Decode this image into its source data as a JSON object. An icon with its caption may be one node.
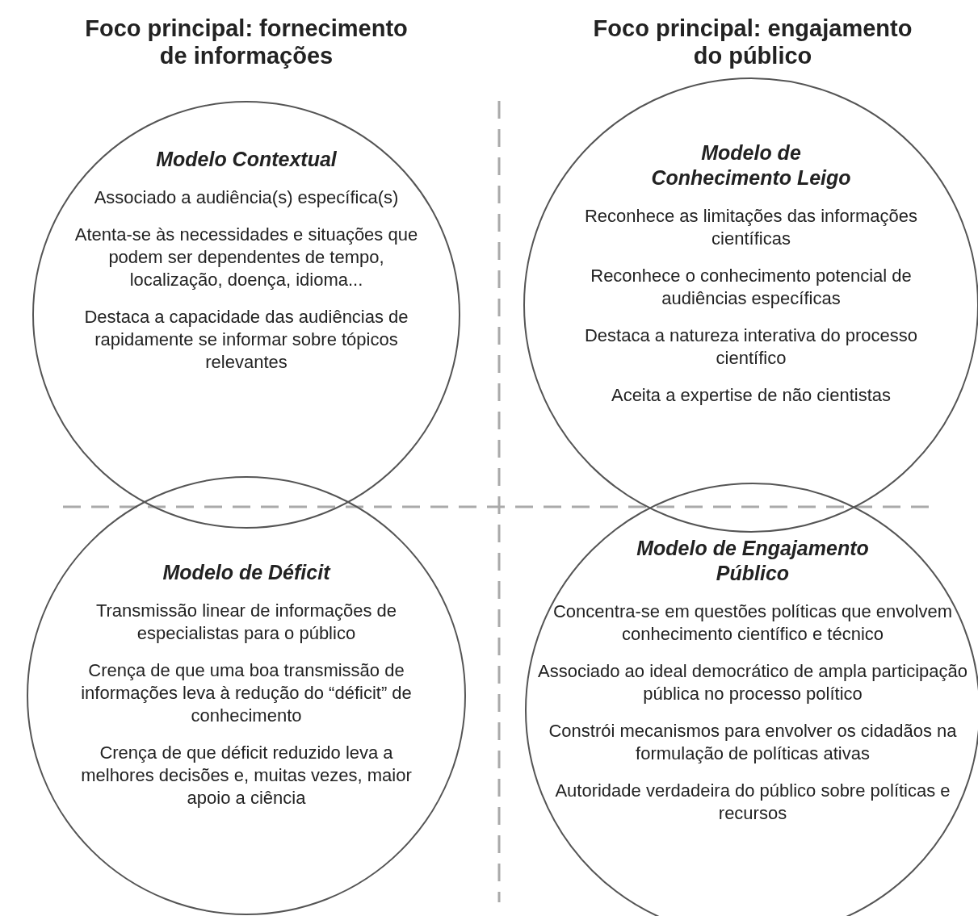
{
  "diagram": {
    "nodes": [
      {
        "text": [
          "Modelo Contextual",
          "Associado a audiência(s) específica(s)",
          "Atenta-se às necessidades e situações que podem ser dependentes de tempo, localização, doença, idioma...",
          "Destaca a capacidade das audiências de rapidamente se informar sobre tópicos relevantes"
        ]
      },
      {
        "text": [
          "Modelo de Conhecimento Leigo",
          "Reconhece as limitações das informações científicas",
          "Reconhece o conhecimento potencial de audiências específicas",
          "Destaca a natureza interativa do processo científico",
          "Aceita a expertise de não cientistas"
        ]
      },
      {
        "text": [
          "Modelo de Déficit",
          "Transmissão linear de informações de especialistas para o público",
          "Crença de que uma boa transmissão de informações leva à redução do “déficit” de conhecimento",
          "Crença de que déficit reduzido leva a melhores decisões e, muitas vezes, maior apoio a ciência"
        ]
      },
      {
        "text": [
          "Modelo de Engajamento Público",
          "Concentra-se em questões políticas que envolvem conhecimento científico e técnico",
          "Associado ao ideal democrático de ampla participação pública no processo político",
          "Constrói mecanismos para envolver os cidadãos na formulação de políticas ativas",
          "Autoridade verdadeira do público sobre políticas e recursos"
        ]
      }
    ],
    "labels": [
      "Foco principal: fornecimento de informações",
      "Foco principal: engajamento do público"
    ]
  }
}
